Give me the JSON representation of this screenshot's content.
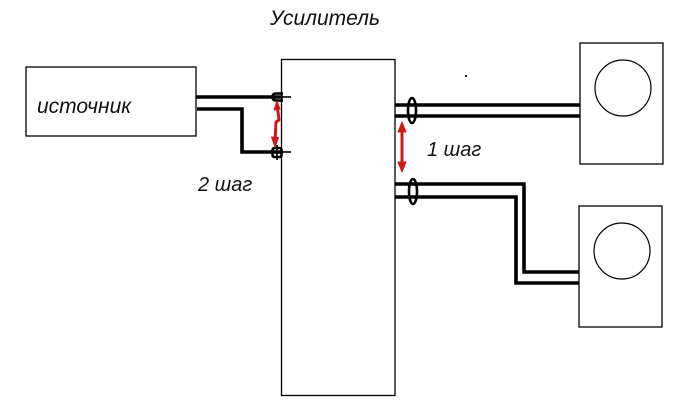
{
  "diagram": {
    "title": "Усилитель",
    "source": {
      "label": "источник"
    },
    "amplifier": {
      "label": "Усилитель",
      "inputs": 2,
      "outputs": 2
    },
    "speakers": [
      {
        "name": "speaker-top"
      },
      {
        "name": "speaker-bottom"
      }
    ],
    "steps": [
      {
        "label": "1 шаг",
        "description": "red double arrow between the two amplifier outputs"
      },
      {
        "label": "2 шаг",
        "description": "red arrow between the two amplifier inputs"
      }
    ],
    "colors": {
      "line": "#000000",
      "arrow": "#d01818",
      "background": "#ffffff"
    }
  }
}
